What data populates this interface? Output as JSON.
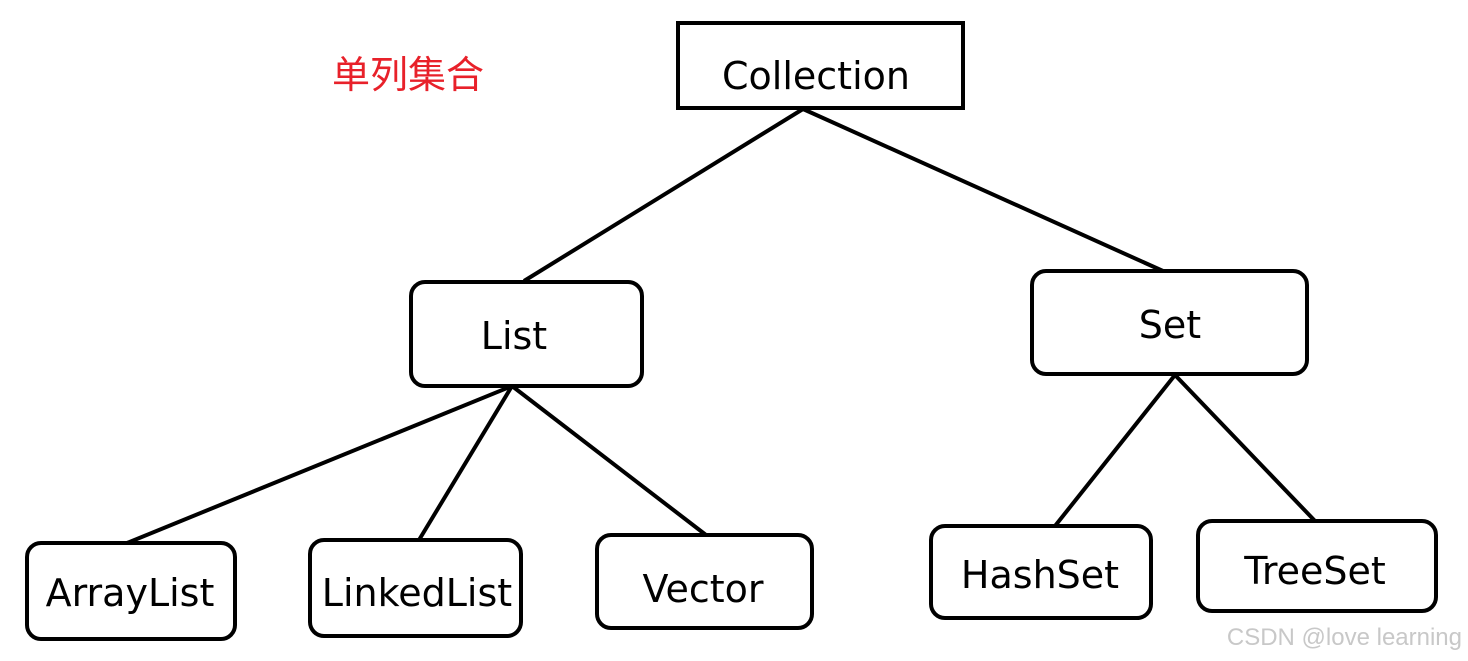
{
  "title": "单列集合",
  "watermark": "CSDN @love   learning",
  "colors": {
    "title": "#e8212a",
    "stroke": "#000000",
    "watermark": "#c8c8c8"
  },
  "nodes": [
    {
      "id": "collection",
      "label": "Collection"
    },
    {
      "id": "list",
      "label": "List"
    },
    {
      "id": "set",
      "label": "Set"
    },
    {
      "id": "arraylist",
      "label": "ArrayList"
    },
    {
      "id": "linkedlist",
      "label": "LinkedList"
    },
    {
      "id": "vector",
      "label": "Vector"
    },
    {
      "id": "hashset",
      "label": "HashSet"
    },
    {
      "id": "treeset",
      "label": "TreeSet"
    }
  ],
  "edges": [
    {
      "from": "collection",
      "to": "list"
    },
    {
      "from": "collection",
      "to": "set"
    },
    {
      "from": "list",
      "to": "arraylist"
    },
    {
      "from": "list",
      "to": "linkedlist"
    },
    {
      "from": "list",
      "to": "vector"
    },
    {
      "from": "set",
      "to": "hashset"
    },
    {
      "from": "set",
      "to": "treeset"
    }
  ]
}
